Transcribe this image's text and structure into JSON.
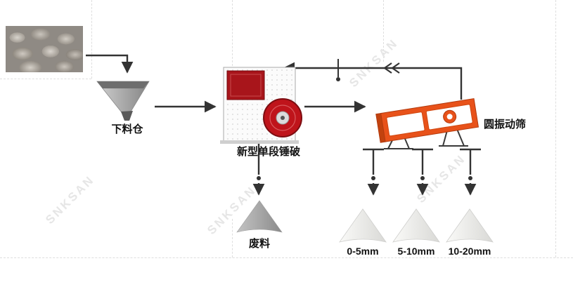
{
  "watermark": {
    "text": "SNKSAN"
  },
  "labels": {
    "hopper": "下料仓",
    "crusher": "新型单段锤破",
    "screen": "圆振动筛",
    "waste": "废料",
    "fraction_small": "0-5mm",
    "fraction_medium": "5-10mm",
    "fraction_large": "10-20mm"
  },
  "icons": {
    "raw_material_photo": "rock-pile-photo",
    "hopper": "feed-hopper-shape",
    "crusher": "hammer-crusher-shape",
    "screen": "vibrating-screen-shape",
    "piles": "material-cone-shapes"
  },
  "colors": {
    "arrow": "#333333",
    "crusher_red": "#a8151b",
    "flywheel_red": "#bf141b",
    "screen_orange": "#e8521a",
    "machine_gray": "#9a9a9a",
    "waste_pile_gray": "#a8a8a8",
    "product_pile_light": "#efefec",
    "watermark_gray": "#e6e6e6",
    "grid_dash_gray": "#dedede"
  }
}
